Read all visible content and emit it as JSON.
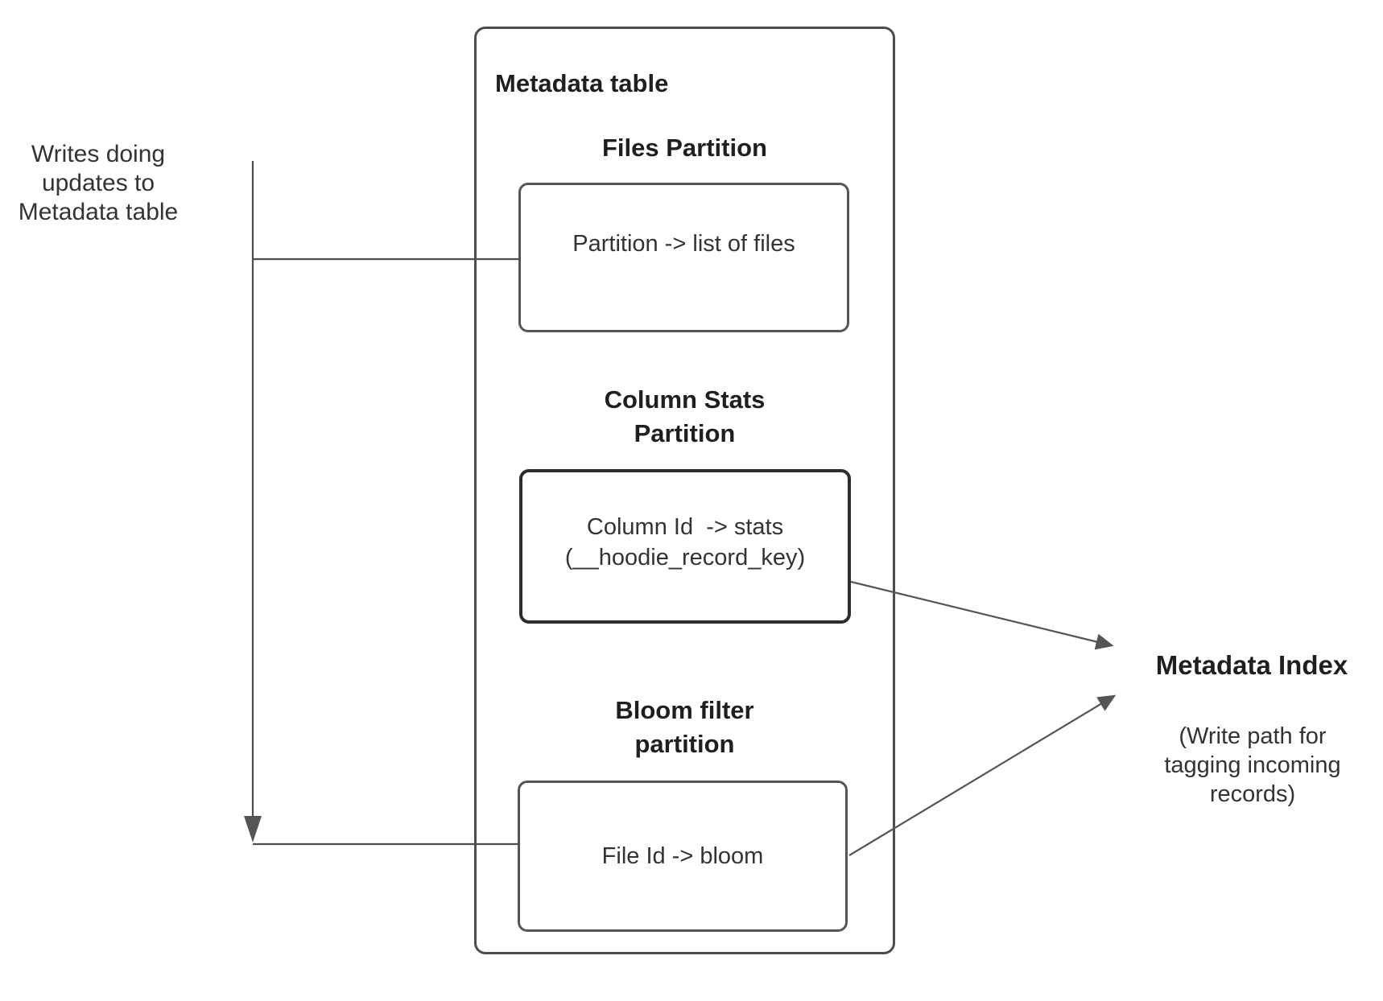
{
  "diagram": {
    "writes_label": "Writes doing\nupdates to\nMetadata table",
    "metadata_table": {
      "title": "Metadata table",
      "partitions": [
        {
          "heading": "Files Partition",
          "mapping": "Partition -> list of files"
        },
        {
          "heading": "Column Stats\nPartition",
          "mapping": "Column Id  -> stats\n(__hoodie_record_key)"
        },
        {
          "heading": "Bloom filter\npartition",
          "mapping": "File Id -> bloom"
        }
      ]
    },
    "metadata_index": {
      "title": "Metadata Index",
      "caption": "(Write path for\ntagging incoming\nrecords)"
    },
    "colors": {
      "line": "#4d4d4d",
      "arrowhead": "#555555",
      "stats_border": "#2d2d2d",
      "box_border": "#565656",
      "text": "#333333",
      "heading_text": "#1f1f1f",
      "background": "#ffffff"
    }
  }
}
